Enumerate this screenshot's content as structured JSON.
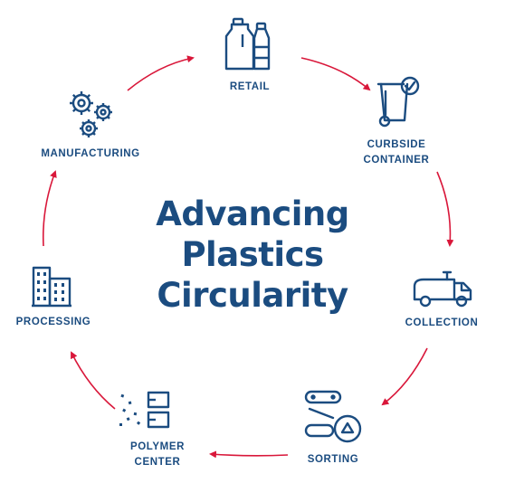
{
  "title": {
    "line1": "Advancing",
    "line2": "Plastics",
    "line3": "Circularity"
  },
  "colors": {
    "primary_blue": "#1b4c80",
    "arrow_red": "#d9173a"
  },
  "steps": [
    {
      "id": "retail",
      "lines": [
        "RETAIL"
      ],
      "icon": "bottles-icon"
    },
    {
      "id": "curbside",
      "lines": [
        "CURBSIDE",
        "CONTAINER"
      ],
      "icon": "recycling-bin-icon"
    },
    {
      "id": "collection",
      "lines": [
        "COLLECTION"
      ],
      "icon": "garbage-truck-icon"
    },
    {
      "id": "sorting",
      "lines": [
        "SORTING"
      ],
      "icon": "conveyor-recycle-icon"
    },
    {
      "id": "polymer",
      "lines": [
        "POLYMER",
        "CENTER"
      ],
      "icon": "polymer-pellets-icon"
    },
    {
      "id": "processing",
      "lines": [
        "PROCESSING"
      ],
      "icon": "factory-building-icon"
    },
    {
      "id": "manufacturing",
      "lines": [
        "MANUFACTURING"
      ],
      "icon": "gears-icon"
    }
  ]
}
